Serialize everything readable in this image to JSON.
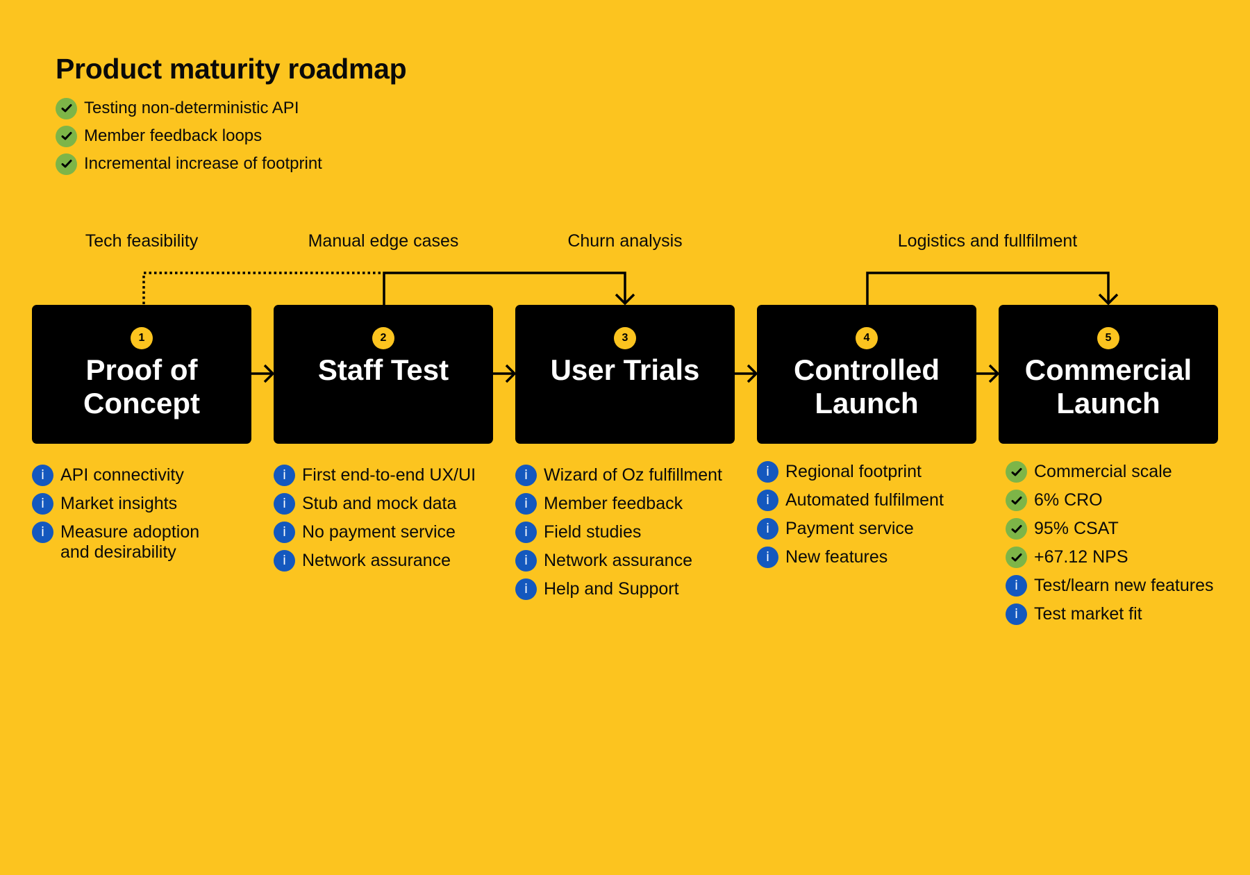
{
  "title": "Product maturity roadmap",
  "summary": [
    {
      "icon": "check",
      "label": "Testing non-deterministic API"
    },
    {
      "icon": "check",
      "label": "Member feedback loops"
    },
    {
      "icon": "check",
      "label": "Incremental increase of footprint"
    }
  ],
  "connectors": [
    {
      "label": "Tech feasibility",
      "style": "dotted",
      "from": 1,
      "to": 2
    },
    {
      "label": "Manual edge cases",
      "style": "solid",
      "from": 2,
      "to": 3
    },
    {
      "label": "Churn analysis",
      "style": "solid",
      "from": 2,
      "to": 3
    },
    {
      "label": "Logistics and fullfilment",
      "style": "solid",
      "from": 4,
      "to": 5
    }
  ],
  "stages": [
    {
      "number": "1",
      "title": "Proof of Concept",
      "items": [
        {
          "icon": "info",
          "label": "API connectivity"
        },
        {
          "icon": "info",
          "label": "Market insights"
        },
        {
          "icon": "info",
          "label": "Measure adoption and desirability"
        }
      ]
    },
    {
      "number": "2",
      "title": "Staff Test",
      "items": [
        {
          "icon": "info",
          "label": "First end-to-end UX/UI"
        },
        {
          "icon": "info",
          "label": "Stub and mock data"
        },
        {
          "icon": "info",
          "label": "No payment service"
        },
        {
          "icon": "info",
          "label": "Network assurance"
        }
      ]
    },
    {
      "number": "3",
      "title": "User Trials",
      "items": [
        {
          "icon": "info",
          "label": "Wizard of Oz fulfillment"
        },
        {
          "icon": "info",
          "label": "Member feedback"
        },
        {
          "icon": "info",
          "label": "Field studies"
        },
        {
          "icon": "info",
          "label": "Network assurance"
        },
        {
          "icon": "info",
          "label": "Help and Support"
        }
      ]
    },
    {
      "number": "4",
      "title": "Controlled Launch",
      "items": [
        {
          "icon": "info",
          "label": "Regional footprint"
        },
        {
          "icon": "info",
          "label": "Automated fulfilment"
        },
        {
          "icon": "info",
          "label": "Payment service"
        },
        {
          "icon": "info",
          "label": "New features"
        }
      ]
    },
    {
      "number": "5",
      "title": "Commercial Launch",
      "items": [
        {
          "icon": "check",
          "label": "Commercial scale"
        },
        {
          "icon": "check",
          "label": "6% CRO"
        },
        {
          "icon": "check",
          "label": "95% CSAT"
        },
        {
          "icon": "check",
          "label": "+67.12 NPS"
        },
        {
          "icon": "info",
          "label": "Test/learn new features"
        },
        {
          "icon": "info",
          "label": "Test market fit"
        }
      ]
    }
  ],
  "colors": {
    "background": "#FCC41F",
    "stage_box": "#000000",
    "check": "#7DB548",
    "info": "#1458BE"
  }
}
